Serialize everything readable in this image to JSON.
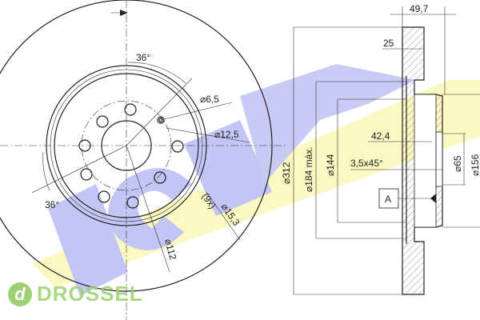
{
  "watermark": {
    "logo_text": "ICER",
    "colors": {
      "yellow": "#fbf7b8",
      "blue": "#b9bbf3"
    }
  },
  "brand": {
    "name": "DROSSEL",
    "icon_letter": "d"
  },
  "front_view": {
    "angle_top": "36°",
    "angle_left": "36°",
    "small_hole": "⌀6,5",
    "bolt_hole": "⌀12,5",
    "hole_count": "(9x)",
    "hole_pcd": "⌀15,3",
    "pcd": "⌀112"
  },
  "section_view": {
    "overall_height": "49,7",
    "thickness": "25",
    "outer_diameter": "⌀312",
    "max_diameter": "⌀184 máx.",
    "diameter_144": "⌀144",
    "depth": "42,4",
    "chamfer": "3,5x45°",
    "center_bore": "⌀65",
    "hat_diameter": "⌀156",
    "datum": "A"
  }
}
